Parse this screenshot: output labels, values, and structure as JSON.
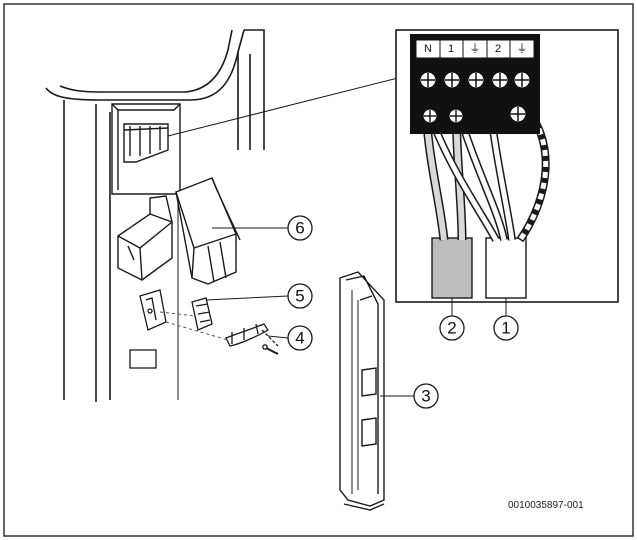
{
  "figure": {
    "reference_code": "0010035897-001"
  },
  "callouts": [
    {
      "id": "1",
      "label": "1"
    },
    {
      "id": "2",
      "label": "2"
    },
    {
      "id": "3",
      "label": "3"
    },
    {
      "id": "4",
      "label": "4"
    },
    {
      "id": "5",
      "label": "5"
    },
    {
      "id": "6",
      "label": "6"
    }
  ],
  "terminal_block": {
    "labels": [
      "N",
      "1",
      "⏚",
      "2",
      "⏚"
    ]
  },
  "colors": {
    "line": "#1a1a1a",
    "panel_fill": "#ffffff",
    "cable_grey": "#bdbdbd",
    "terminal_black": "#111111",
    "frame_border": "#333333"
  }
}
